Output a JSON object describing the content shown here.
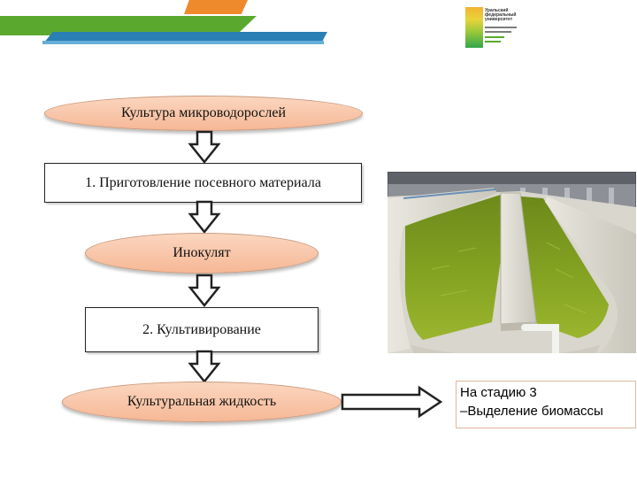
{
  "colors": {
    "stripe_green": "#5aa92e",
    "stripe_orange": "#ef8a2c",
    "stripe_blue": "#2a7fb4",
    "ellipse_fill": "#f8c4a6",
    "box_border": "#222222",
    "algae_water": "#7a9a1e"
  },
  "logo": {
    "lines": [
      "Уральский",
      "федеральный",
      "университет"
    ]
  },
  "flow": {
    "step_culture": "Культура микроводорослей",
    "step_prep": "1. Приготовление посевного материала",
    "step_inoculum": "Инокулят",
    "step_cultivation": "2. Культивирование",
    "step_liquid": "Культуральная жидкость"
  },
  "note": {
    "line1": "На стадию 3",
    "line2": "–Выделение биомассы"
  },
  "photo": {
    "icon": "raceway-pond-photo"
  }
}
